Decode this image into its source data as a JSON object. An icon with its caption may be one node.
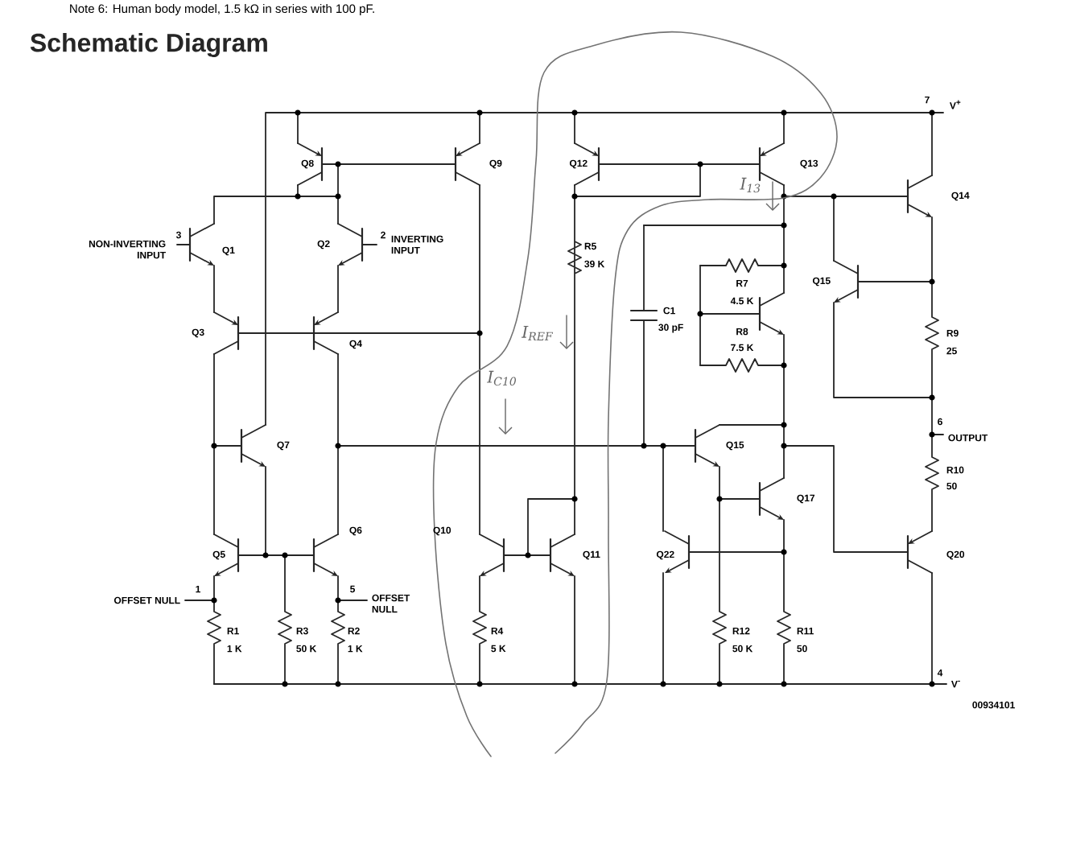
{
  "diagram": {
    "title": "Schematic Diagram",
    "labels": [
      "Note 6: Human body model, 1.5 kΩ in series with 100 pF.",
      "7",
      "V$^{+}$",
      "Q8",
      "Q9",
      "Q12",
      "Q13",
      "I$_{13}$",
      "Q14",
      "3",
      "NON-INVERTING INPUT",
      "Q1",
      "Q2",
      "2",
      "INVERTING INPUT",
      "R5",
      "39 K",
      "R7",
      "4.5 K",
      "Q15",
      "C1",
      "30 pF",
      "R8",
      "7.5 K",
      "R9",
      "25",
      "Q3",
      "Q4",
      "I$_{REF}$",
      "I$_{C10}$",
      "Q7",
      "Q15",
      "6",
      "OUTPUT",
      "R10",
      "50",
      "Q17",
      "Q6",
      "Q10",
      "Q5",
      "Q11",
      "Q22",
      "Q20",
      "1",
      "OFFSET NULL",
      "5",
      "OFFSET NULL",
      "R1",
      "1 K",
      "R3",
      "50 K",
      "R2",
      "1 K",
      "R4",
      "5 K",
      "R12",
      "50 K",
      "R11",
      "50",
      "4",
      "V$^{-}$",
      "00934101"
    ]
  }
}
